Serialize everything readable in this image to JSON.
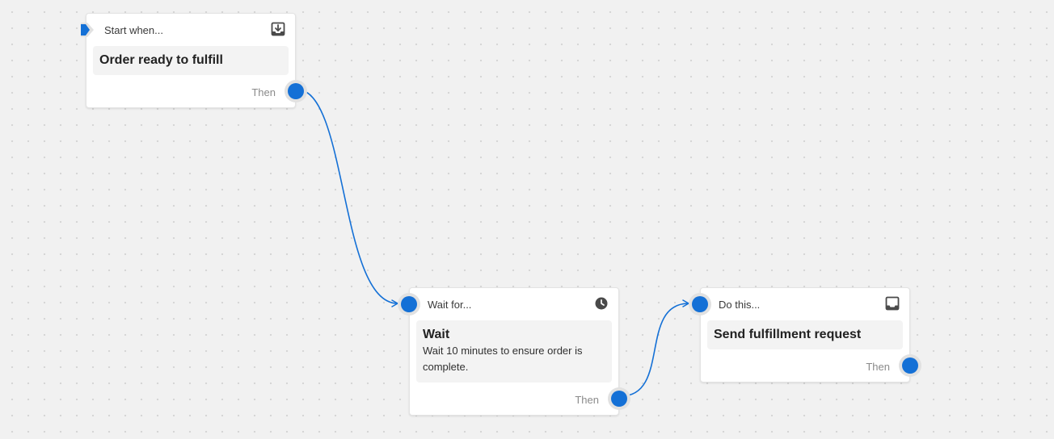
{
  "canvas": {
    "accent_color": "#1470d6",
    "background_color": "#f1f1f1"
  },
  "nodes": [
    {
      "type": "trigger",
      "header": "Start when...",
      "icon": "download-tray-icon",
      "title": "Order ready to fulfill",
      "description": "",
      "output_label": "Then"
    },
    {
      "type": "wait",
      "header": "Wait for...",
      "icon": "clock-icon",
      "title": "Wait",
      "description": "Wait 10 minutes to ensure order is complete.",
      "output_label": "Then"
    },
    {
      "type": "action",
      "header": "Do this...",
      "icon": "inbox-tray-icon",
      "title": "Send fulfillment request",
      "description": "",
      "output_label": "Then"
    }
  ]
}
